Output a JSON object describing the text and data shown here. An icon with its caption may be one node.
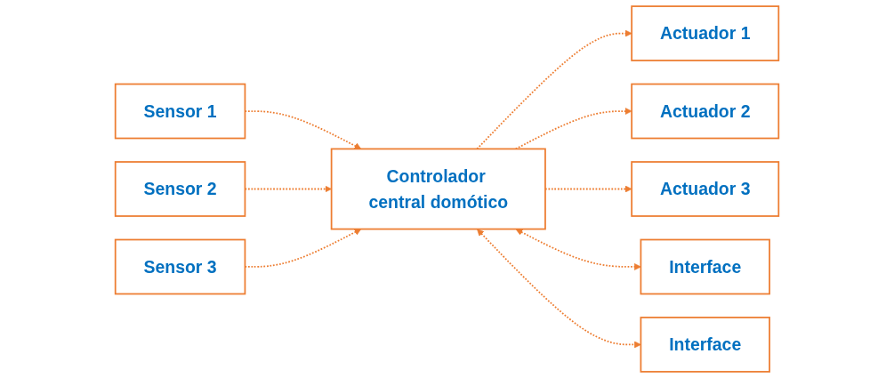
{
  "diagram": {
    "nodes": [
      {
        "text": [
          "Sensor 1"
        ]
      },
      {
        "text": [
          "Sensor 2"
        ]
      },
      {
        "text": [
          "Sensor 3"
        ]
      },
      {
        "text": [
          "Controlador central domótico"
        ]
      },
      {
        "text": [
          "Actuador 1"
        ]
      },
      {
        "text": [
          "Actuador 2"
        ]
      },
      {
        "text": [
          "Actuador 3"
        ]
      },
      {
        "text": [
          "Interface"
        ]
      },
      {
        "text": [
          "Interface"
        ]
      }
    ],
    "edges": [
      {
        "from": 0,
        "to": 3,
        "arrow": "to",
        "style": "dashed"
      },
      {
        "from": 1,
        "to": 3,
        "arrow": "to",
        "style": "dashed"
      },
      {
        "from": 2,
        "to": 3,
        "arrow": "to",
        "style": "dashed"
      },
      {
        "from": 3,
        "to": 4,
        "arrow": "to",
        "style": "dashed"
      },
      {
        "from": 3,
        "to": 5,
        "arrow": "to",
        "style": "dashed"
      },
      {
        "from": 3,
        "to": 6,
        "arrow": "to",
        "style": "dashed"
      },
      {
        "from": 3,
        "to": 7,
        "arrow": "both",
        "style": "dashed"
      },
      {
        "from": 3,
        "to": 8,
        "arrow": "both",
        "style": "dashed"
      }
    ]
  }
}
